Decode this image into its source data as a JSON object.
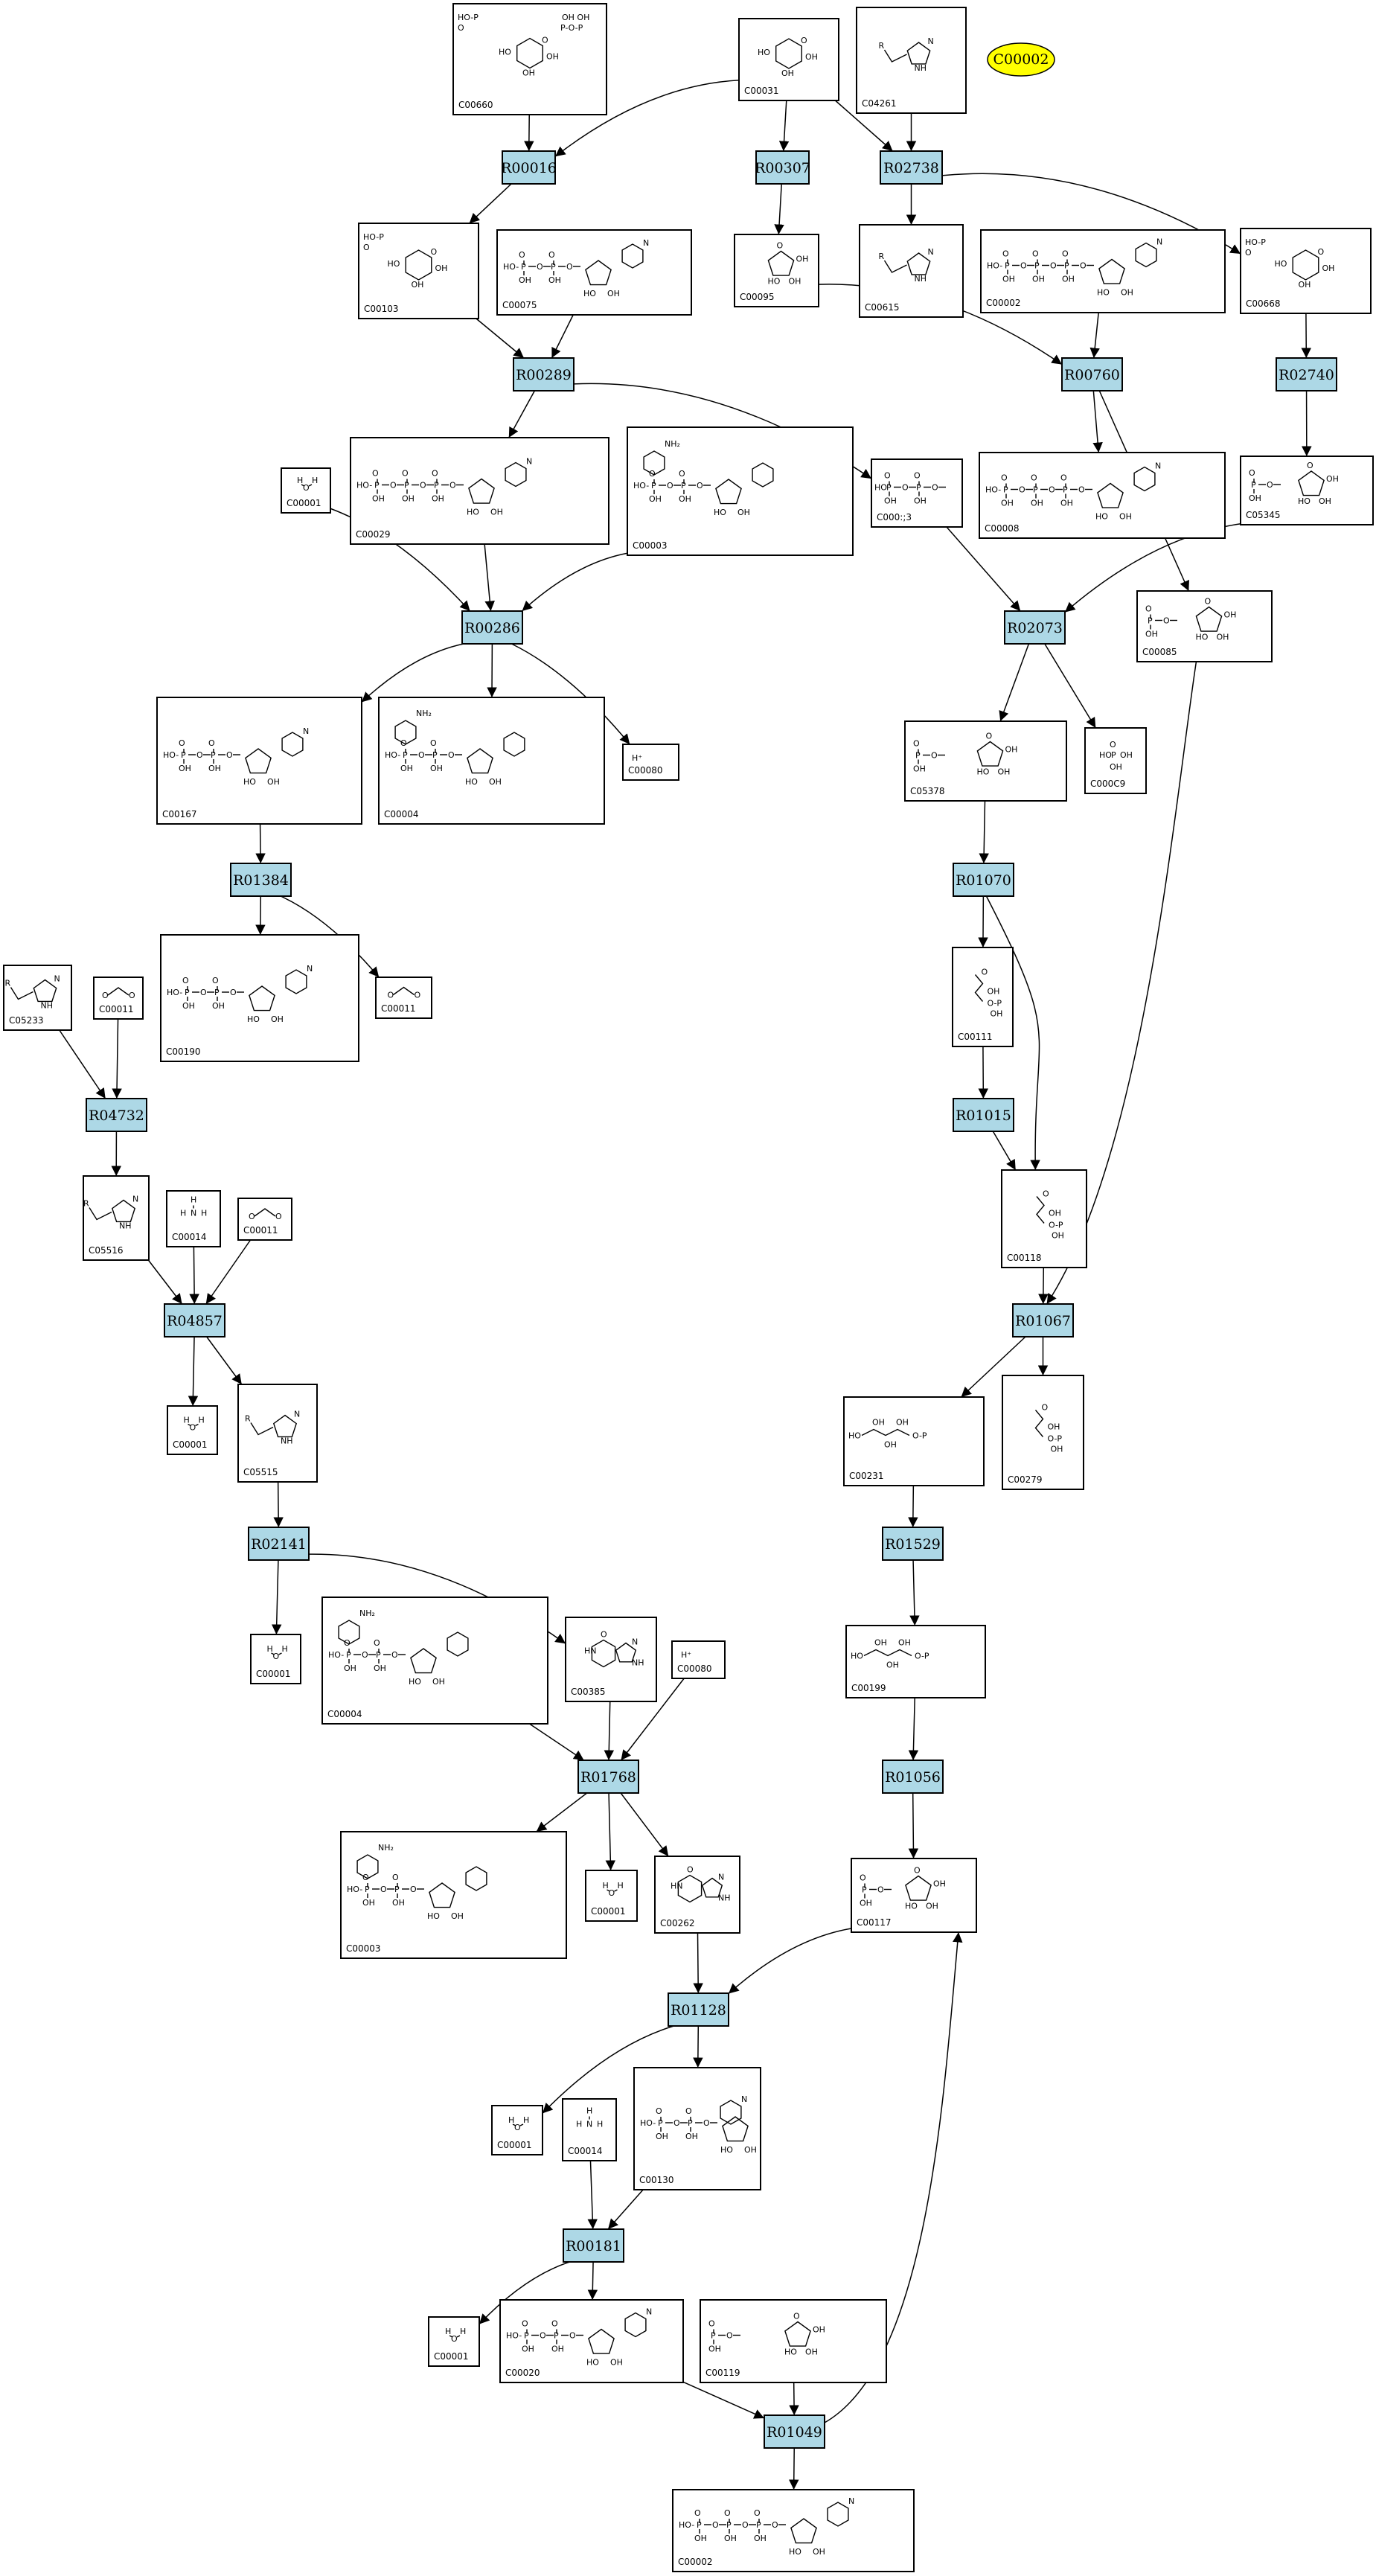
{
  "colors": {
    "reaction_fill": "#add8e6",
    "legend_fill": "#ffff00",
    "line": "#000000"
  },
  "legend": {
    "label": "C00002"
  },
  "reactions": [
    {
      "id": "R00016"
    },
    {
      "id": "R00307"
    },
    {
      "id": "R02738"
    },
    {
      "id": "R00289"
    },
    {
      "id": "R00760"
    },
    {
      "id": "R02740"
    },
    {
      "id": "R00286"
    },
    {
      "id": "R02073"
    },
    {
      "id": "R01384"
    },
    {
      "id": "R01070"
    },
    {
      "id": "R04732"
    },
    {
      "id": "R01015"
    },
    {
      "id": "R04857"
    },
    {
      "id": "R01067"
    },
    {
      "id": "R02141"
    },
    {
      "id": "R01529"
    },
    {
      "id": "R01768"
    },
    {
      "id": "R01056"
    },
    {
      "id": "R01128"
    },
    {
      "id": "R00181"
    },
    {
      "id": "R01049"
    }
  ],
  "compounds": [
    {
      "key": "c00660",
      "id": "C00660",
      "kind": "sugar2p"
    },
    {
      "key": "c00031",
      "id": "C00031",
      "kind": "sugar"
    },
    {
      "key": "c04261",
      "id": "C04261",
      "kind": "imidazole"
    },
    {
      "key": "c00103",
      "id": "C00103",
      "kind": "sugarp"
    },
    {
      "key": "c00075",
      "id": "C00075",
      "kind": "nucleotide"
    },
    {
      "key": "c00095",
      "id": "C00095",
      "kind": "furanose"
    },
    {
      "key": "c00615",
      "id": "C00615",
      "kind": "imidazole"
    },
    {
      "key": "c00002a",
      "id": "C00002",
      "kind": "nucleotide"
    },
    {
      "key": "c00668",
      "id": "C00668",
      "kind": "sugarp"
    },
    {
      "key": "c00001a",
      "id": "C00001",
      "kind": "water"
    },
    {
      "key": "c00029",
      "id": "C00029",
      "kind": "nucleotide"
    },
    {
      "key": "c00003a",
      "id": "C00003",
      "kind": "dinucleotide"
    },
    {
      "key": "c00013",
      "id": "C000:;3",
      "kind": "pyrophosphate"
    },
    {
      "key": "c00008",
      "id": "C00008",
      "kind": "nucleotide"
    },
    {
      "key": "c05345",
      "id": "C05345",
      "kind": "furanosep"
    },
    {
      "key": "c00085",
      "id": "C00085",
      "kind": "furanosep"
    },
    {
      "key": "c00167",
      "id": "C00167",
      "kind": "nucleotide"
    },
    {
      "key": "c00004a",
      "id": "C00004",
      "kind": "dinucleotide"
    },
    {
      "key": "c00080a",
      "id": "C00080",
      "kind": "proton",
      "text": "H⁺"
    },
    {
      "key": "c05378",
      "id": "C05378",
      "kind": "furanosep"
    },
    {
      "key": "c00009",
      "id": "C000C9",
      "kind": "phosphate"
    },
    {
      "key": "c00190",
      "id": "C00190",
      "kind": "nucleotide"
    },
    {
      "key": "c00011a",
      "id": "C00011",
      "kind": "co2"
    },
    {
      "key": "c05233",
      "id": "C05233",
      "kind": "imidazole"
    },
    {
      "key": "c00011b",
      "id": "C00011",
      "kind": "co2"
    },
    {
      "key": "c00111",
      "id": "C00111",
      "kind": "triose"
    },
    {
      "key": "c05516",
      "id": "C05516",
      "kind": "imidazole"
    },
    {
      "key": "c00014a",
      "id": "C00014",
      "kind": "ammonia"
    },
    {
      "key": "c00011c",
      "id": "C00011",
      "kind": "co2"
    },
    {
      "key": "c00118",
      "id": "C00118",
      "kind": "triose"
    },
    {
      "key": "c00001b",
      "id": "C00001",
      "kind": "water"
    },
    {
      "key": "c05515",
      "id": "C05515",
      "kind": "imidazole"
    },
    {
      "key": "c00231",
      "id": "C00231",
      "kind": "chain"
    },
    {
      "key": "c00279",
      "id": "C00279",
      "kind": "triose"
    },
    {
      "key": "c00001c",
      "id": "C00001",
      "kind": "water"
    },
    {
      "key": "c00004b",
      "id": "C00004",
      "kind": "dinucleotide"
    },
    {
      "key": "c00385",
      "id": "C00385",
      "kind": "purine"
    },
    {
      "key": "c00080b",
      "id": "C00080",
      "kind": "proton",
      "text": "H⁺"
    },
    {
      "key": "c00199",
      "id": "C00199",
      "kind": "chain"
    },
    {
      "key": "c00003b",
      "id": "C00003",
      "kind": "dinucleotide"
    },
    {
      "key": "c00001d",
      "id": "C00001",
      "kind": "water"
    },
    {
      "key": "c00262",
      "id": "C00262",
      "kind": "purine"
    },
    {
      "key": "c00117",
      "id": "C00117",
      "kind": "furanosep"
    },
    {
      "key": "c00001e",
      "id": "C00001",
      "kind": "water"
    },
    {
      "key": "c00014b",
      "id": "C00014",
      "kind": "ammonia"
    },
    {
      "key": "c00130",
      "id": "C00130",
      "kind": "nucleotide"
    },
    {
      "key": "c00001f",
      "id": "C00001",
      "kind": "water"
    },
    {
      "key": "c00020",
      "id": "C00020",
      "kind": "nucleotide"
    },
    {
      "key": "c00119",
      "id": "C00119",
      "kind": "furanosep"
    },
    {
      "key": "c00002b",
      "id": "C00002",
      "kind": "nucleotide"
    }
  ],
  "edges": [
    [
      "c00660",
      "R00016"
    ],
    [
      "c00031",
      "R00016"
    ],
    [
      "c00031",
      "R00307"
    ],
    [
      "c00031",
      "R02738"
    ],
    [
      "c04261",
      "R02738"
    ],
    [
      "R00016",
      "c00103"
    ],
    [
      "R00307",
      "c00095"
    ],
    [
      "R02738",
      "c00615"
    ],
    [
      "R02738",
      "c00668"
    ],
    [
      "c00103",
      "R00289"
    ],
    [
      "c00075",
      "R00289"
    ],
    [
      "c00095",
      "R00760"
    ],
    [
      "c00002a",
      "R00760"
    ],
    [
      "c00668",
      "R02740"
    ],
    [
      "R00289",
      "c00029"
    ],
    [
      "R00289",
      "c00013"
    ],
    [
      "R00760",
      "c00008"
    ],
    [
      "R00760",
      "c00085"
    ],
    [
      "R02740",
      "c05345"
    ],
    [
      "c00001a",
      "R00286"
    ],
    [
      "c00029",
      "R00286"
    ],
    [
      "c00003a",
      "R00286"
    ],
    [
      "c00013",
      "R02073"
    ],
    [
      "c05345",
      "R02073"
    ],
    [
      "R00286",
      "c00167"
    ],
    [
      "R00286",
      "c00004a"
    ],
    [
      "R00286",
      "c00080a"
    ],
    [
      "R02073",
      "c05378"
    ],
    [
      "R02073",
      "c00009"
    ],
    [
      "c00167",
      "R01384"
    ],
    [
      "c05378",
      "R01070"
    ],
    [
      "R01384",
      "c00190"
    ],
    [
      "R01384",
      "c00011a"
    ],
    [
      "R01070",
      "c00111"
    ],
    [
      "R01070",
      "c00118"
    ],
    [
      "c05233",
      "R04732"
    ],
    [
      "c00011b",
      "R04732"
    ],
    [
      "c00111",
      "R01015"
    ],
    [
      "R01015",
      "c00118"
    ],
    [
      "R04732",
      "c05516"
    ],
    [
      "c05516",
      "R04857"
    ],
    [
      "c00014a",
      "R04857"
    ],
    [
      "c00011c",
      "R04857"
    ],
    [
      "c00118",
      "R01067"
    ],
    [
      "c00085",
      "R01067"
    ],
    [
      "R04857",
      "c00001b"
    ],
    [
      "R04857",
      "c05515"
    ],
    [
      "R01067",
      "c00231"
    ],
    [
      "R01067",
      "c00279"
    ],
    [
      "c05515",
      "R02141"
    ],
    [
      "c00231",
      "R01529"
    ],
    [
      "R02141",
      "c00001c"
    ],
    [
      "R02141",
      "c00385"
    ],
    [
      "R01529",
      "c00199"
    ],
    [
      "c00004b",
      "R01768"
    ],
    [
      "c00385",
      "R01768"
    ],
    [
      "c00080b",
      "R01768"
    ],
    [
      "c00199",
      "R01056"
    ],
    [
      "R01768",
      "c00003b"
    ],
    [
      "R01768",
      "c00001d"
    ],
    [
      "R01768",
      "c00262"
    ],
    [
      "R01056",
      "c00117"
    ],
    [
      "c00262",
      "R01128"
    ],
    [
      "c00117",
      "R01128"
    ],
    [
      "R01128",
      "c00001e"
    ],
    [
      "R01128",
      "c00130"
    ],
    [
      "c00014b",
      "R00181"
    ],
    [
      "c00130",
      "R00181"
    ],
    [
      "R00181",
      "c00001f"
    ],
    [
      "R00181",
      "c00020"
    ],
    [
      "c00020",
      "R01049"
    ],
    [
      "c00119",
      "R01049"
    ],
    [
      "R01049",
      "c00117"
    ],
    [
      "R01049",
      "c00002b"
    ]
  ]
}
